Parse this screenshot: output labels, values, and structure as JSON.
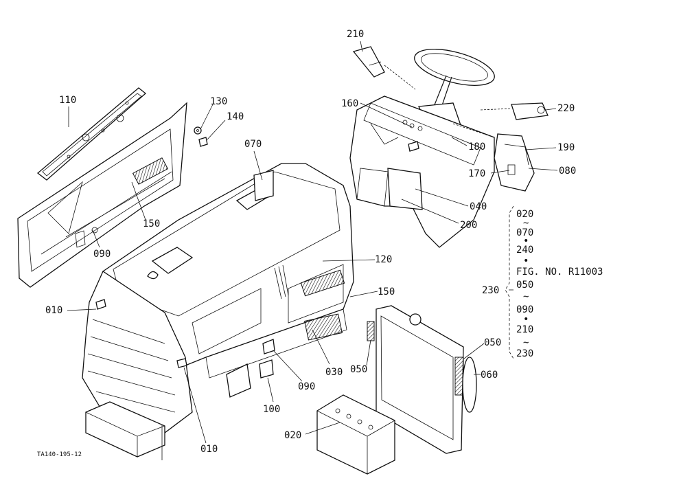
{
  "callouts": [
    {
      "id": "c110",
      "text": "110"
    },
    {
      "id": "c130",
      "text": "130"
    },
    {
      "id": "c140",
      "text": "140"
    },
    {
      "id": "c150a",
      "text": "150"
    },
    {
      "id": "c090a",
      "text": "090"
    },
    {
      "id": "c070",
      "text": "070"
    },
    {
      "id": "c010a",
      "text": "010"
    },
    {
      "id": "c010b",
      "text": "010"
    },
    {
      "id": "c210",
      "text": "210"
    },
    {
      "id": "c160",
      "text": "160"
    },
    {
      "id": "c220",
      "text": "220"
    },
    {
      "id": "c180",
      "text": "180"
    },
    {
      "id": "c190",
      "text": "190"
    },
    {
      "id": "c170",
      "text": "170"
    },
    {
      "id": "c080",
      "text": "080"
    },
    {
      "id": "c040",
      "text": "040"
    },
    {
      "id": "c200",
      "text": "200"
    },
    {
      "id": "c120",
      "text": "120"
    },
    {
      "id": "c150b",
      "text": "150"
    },
    {
      "id": "c230",
      "text": "230"
    },
    {
      "id": "c030",
      "text": "030"
    },
    {
      "id": "c050a",
      "text": "050"
    },
    {
      "id": "c090b",
      "text": "090"
    },
    {
      "id": "c100",
      "text": "100"
    },
    {
      "id": "c020",
      "text": "020"
    },
    {
      "id": "c050b",
      "text": "050"
    },
    {
      "id": "c060",
      "text": "060"
    }
  ],
  "group_list": [
    "020",
    "070",
    "240",
    "FIG. NO. R11003",
    "050",
    "090",
    "210",
    "230"
  ],
  "group_separators": [
    "~",
    "•",
    "•",
    "~",
    "•",
    "~"
  ],
  "drawing_code": "TA140-195-12"
}
